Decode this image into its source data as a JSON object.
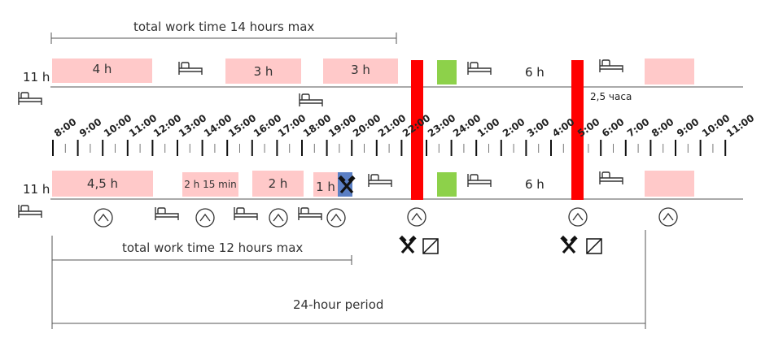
{
  "top": {
    "limit_label": "total work time 14 hours max",
    "rest_label": "11 h",
    "blocks": [
      "4 h",
      "3 h",
      "3 h"
    ],
    "night_label": "6 h",
    "break_note": "2,5 часа"
  },
  "bottom": {
    "limit_label": "total work time 12 hours max",
    "rest_label": "11 h",
    "blocks": [
      "4,5 h",
      "2 h 15 min",
      "2 h",
      "1 h"
    ],
    "night_label": "6 h",
    "period_label": "24-hour period"
  },
  "timeline": {
    "labels": [
      "8:00",
      "9:00",
      "10:00",
      "11:00",
      "12:00",
      "13:00",
      "14:00",
      "15:00",
      "16:00",
      "17:00",
      "18:00",
      "19:00",
      "20:00",
      "21:00",
      "22:00",
      "23:00",
      "24:00",
      "1:00",
      "2:00",
      "3:00",
      "4:00",
      "5:00",
      "6:00",
      "7:00",
      "8:00",
      "9:00",
      "10:00",
      "11:00"
    ]
  },
  "icons": {
    "rest": "bed-icon",
    "gauge": "gauge-icon",
    "work": "crossed-hammers-icon",
    "available": "availability-icon"
  },
  "colors": {
    "work_block": "#ffc9c9",
    "night_bar": "#ff0000",
    "break_block": "#8dd14a",
    "driving_marker": "#5b7fc4"
  }
}
